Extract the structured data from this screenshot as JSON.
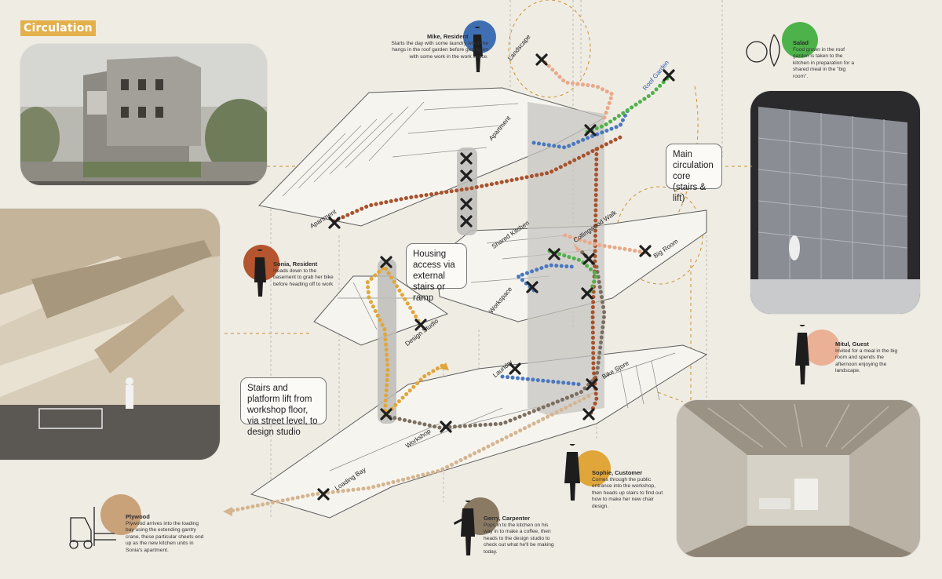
{
  "title": "Circulation",
  "callouts": {
    "core": "Main circulation core (stairs & lift)",
    "housing": "Housing access via external stairs or ramp",
    "stairs": "Stairs and platform lift from workshop floor, via street level, to design studio"
  },
  "spaces": {
    "landscape": "Landscape",
    "roof_garden": "Roof Garden",
    "apartment_upper": "Apartment",
    "apartment_lower": "Apartment",
    "shared_kitchen": "Shared Kitchen",
    "collingwood_walk": "Collingwood Walk",
    "big_room": "Big Room",
    "workspace": "Workspace",
    "design_studio": "Design Studio",
    "laundry": "Laundry",
    "bike_store": "Bike Store",
    "workshop": "Workshop",
    "loading_bay": "Loading Bay"
  },
  "personas": {
    "mike": {
      "name": "Mike, Resident",
      "desc": "Starts the day with some laundry which he hangs in the roof garden before getting on with some work in the work space.",
      "color": "#3f6fb2"
    },
    "salad": {
      "name": "Salad",
      "desc": "Food grown in the roof garden is taken to the kitchen in preparation for a shared meal in the \"big room\".",
      "color": "#4db24a"
    },
    "sonia": {
      "name": "Sonia, Resident",
      "desc": "Heads down to the basement to grab her bike before heading off to work",
      "color": "#b4552f"
    },
    "mitul": {
      "name": "Mitul, Guest",
      "desc": "Invited for a meal in the big room and spends the afternoon enjoying the landscape.",
      "color": "#eab196"
    },
    "sophie": {
      "name": "Sophie, Customer",
      "desc": "Comes through the public entrance into the workshop, then heads up stairs to find out how to make her new chair design.",
      "color": "#e0a63a"
    },
    "gerry": {
      "name": "Gerry, Carpenter",
      "desc": "Pops in to the kitchen on his way in to make a coffee, then heads to the design studio to check out what he'll be making today.",
      "color": "#8a7a63"
    },
    "plywood": {
      "name": "Plywood",
      "desc": "Plywood arrives into the loading bay using the extending gantry crane, these particular sheets end up as the new kitchen units in Sonia's apartment.",
      "color": "#c9a27a"
    }
  },
  "route_colors": {
    "mike": "#4a78c0",
    "salad": "#4fb24a",
    "sonia": "#a8522d",
    "mitul": "#e9a98a",
    "sophie": "#e0a63a",
    "gerry": "#7b6f62",
    "plywood": "#d2b38c"
  },
  "icons": [
    "cross-marker",
    "arrow-marker"
  ]
}
